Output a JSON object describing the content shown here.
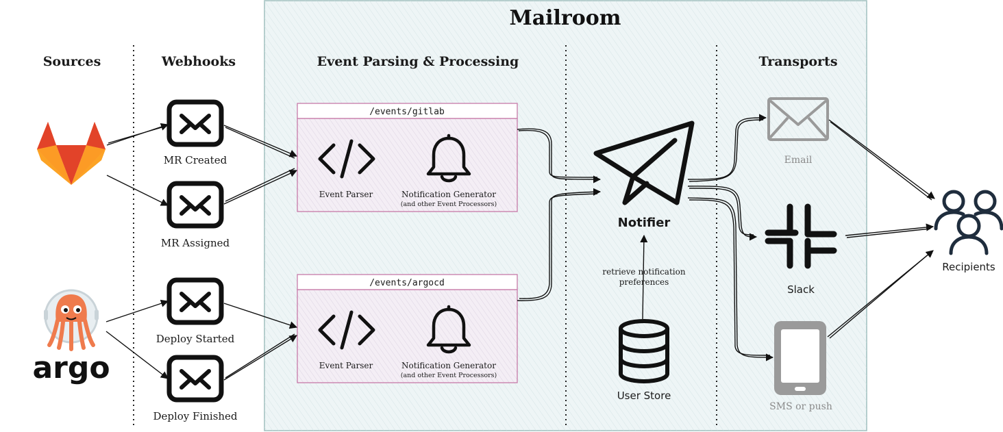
{
  "title": "Mailroom",
  "columns": {
    "sources": "Sources",
    "webhooks": "Webhooks",
    "processing": "Event Parsing & Processing",
    "transports": "Transports"
  },
  "sources": {
    "argo_wordmark": "argo"
  },
  "webhooks": [
    {
      "label": "MR Created"
    },
    {
      "label": "MR Assigned"
    },
    {
      "label": "Deploy Started"
    },
    {
      "label": "Deploy Finished"
    }
  ],
  "endpoints": [
    {
      "path": "/events/gitlab",
      "parser": "Event Parser",
      "generator": "Notification Generator",
      "generator_note": "(and other Event Processors)"
    },
    {
      "path": "/events/argocd",
      "parser": "Event Parser",
      "generator": "Notification Generator",
      "generator_note": "(and other Event Processors)"
    }
  ],
  "notifier": {
    "label": "Notifier",
    "preferences_line1": "retrieve notification",
    "preferences_line2": "preferences"
  },
  "user_store": {
    "label": "User Store"
  },
  "transports": [
    {
      "label": "Email"
    },
    {
      "label": "Slack"
    },
    {
      "label": "SMS or push"
    }
  ],
  "recipients": {
    "label": "Recipients"
  },
  "colors": {
    "mailroom_border": "#9fbfbe",
    "mailroom_fill": "#eef5f6",
    "endpoint_border": "#c77aa8",
    "gitlab_orange": "#e24329",
    "gitlab_light": "#fca326",
    "argo_orange": "#ef7b4d",
    "ink": "#1a1a1a",
    "muted": "#9a9a9a"
  },
  "icons": [
    "gitlab-logo",
    "argo-logo",
    "envelope-icon",
    "code-icon",
    "bell-icon",
    "paper-plane-icon",
    "database-icon",
    "slack-icon",
    "tablet-icon",
    "users-icon"
  ]
}
